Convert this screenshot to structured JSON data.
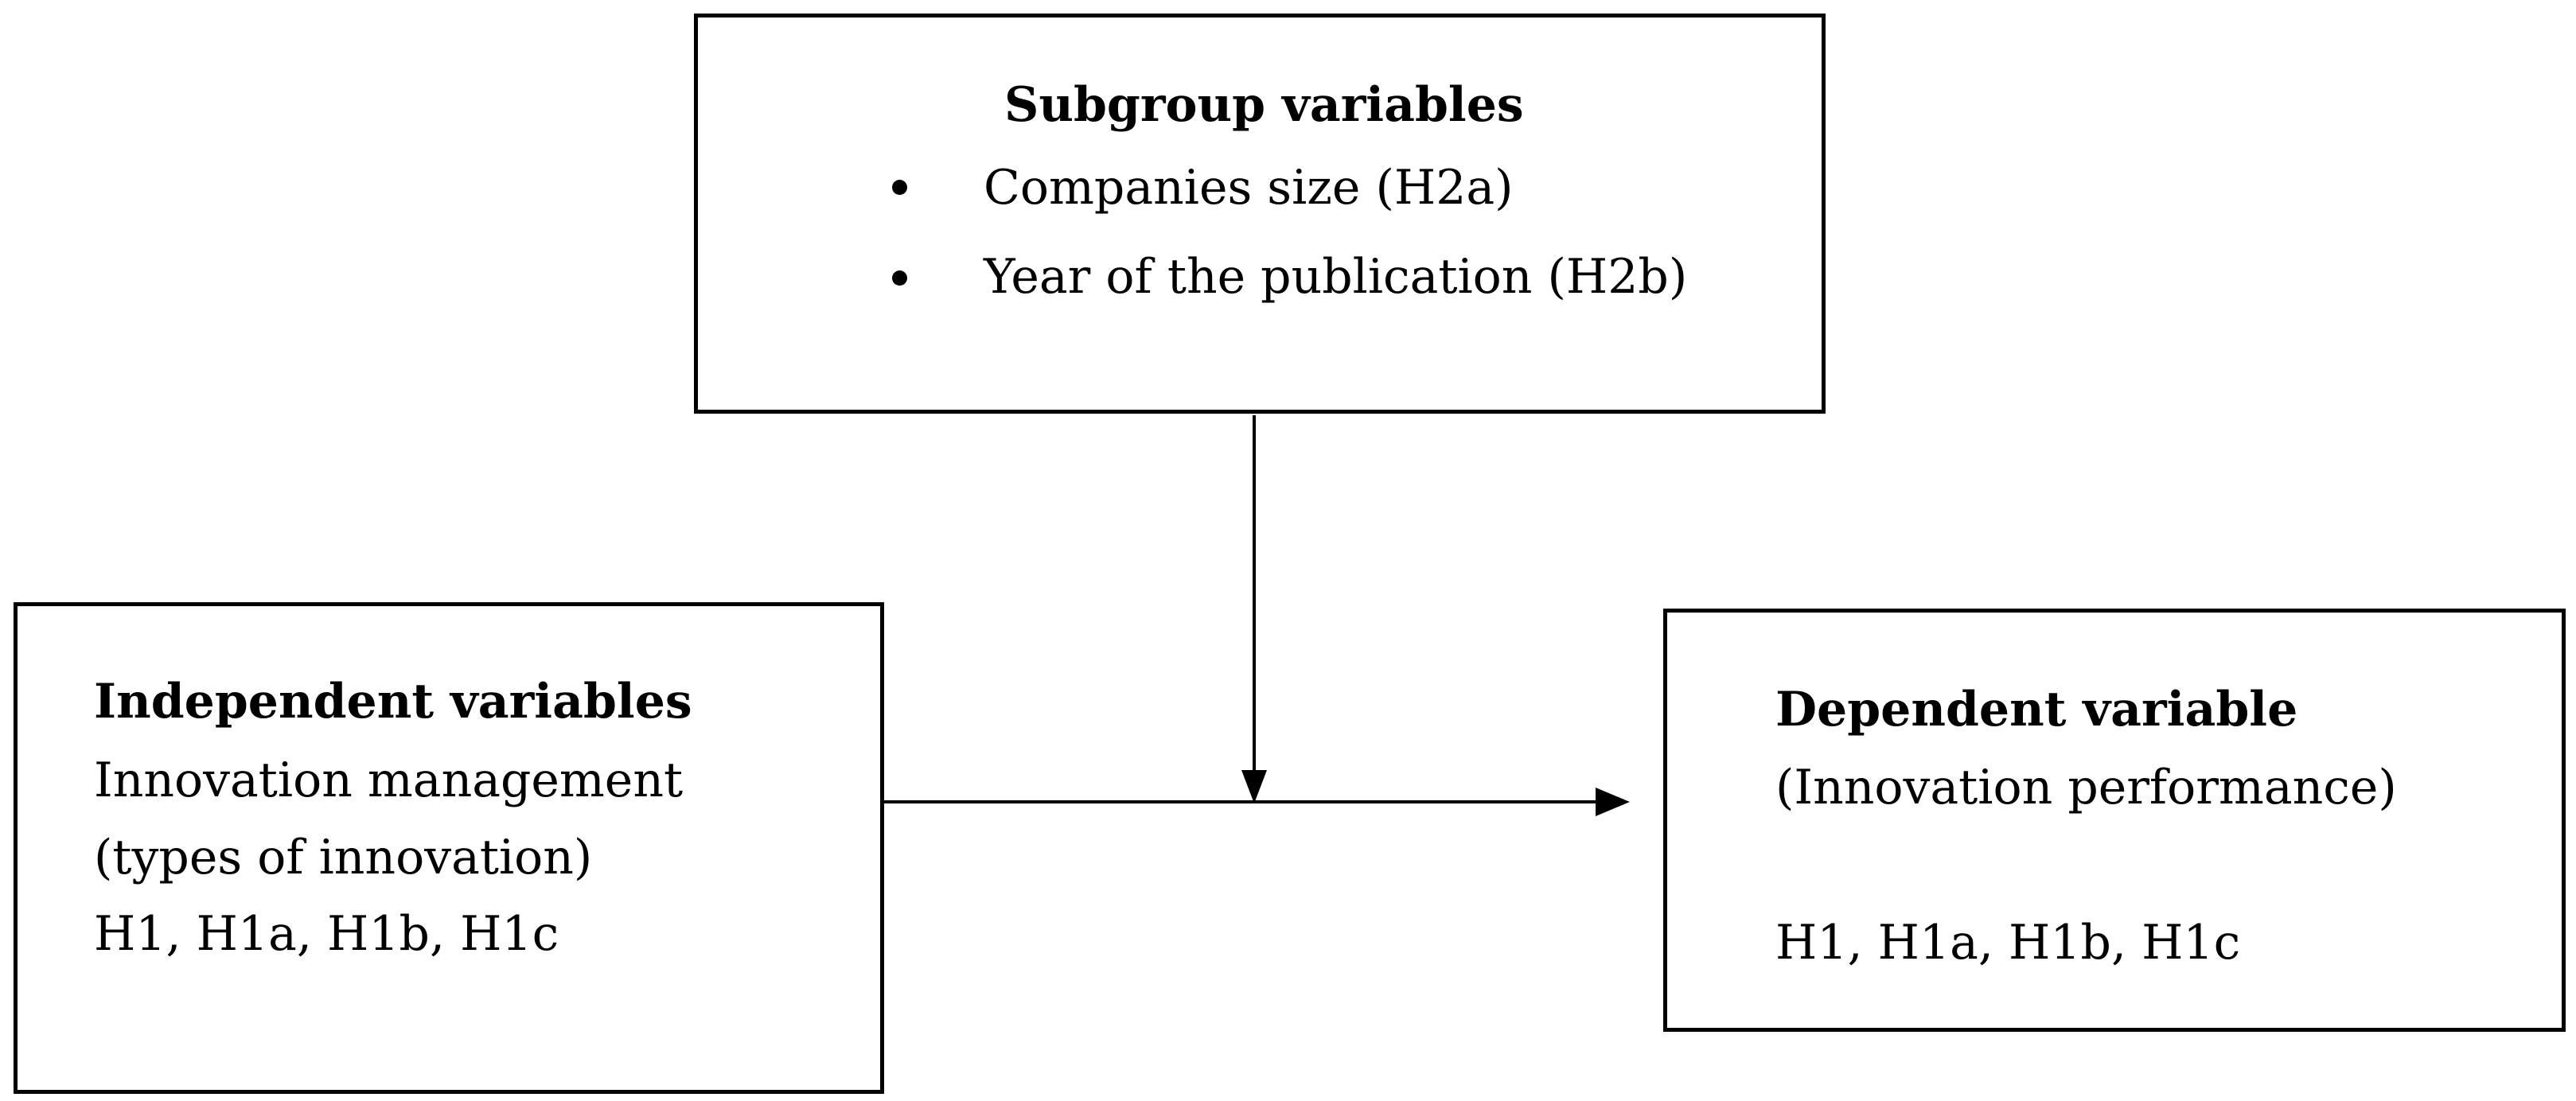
{
  "subgroup_box": {
    "title": "Subgroup variables",
    "items": [
      {
        "label": "Companies size (H2a)"
      },
      {
        "label": "Year of the publication (H2b)"
      }
    ]
  },
  "independent_box": {
    "title": "Independent variables",
    "lines": [
      "Innovation management",
      "(types of innovation)",
      "H1, H1a, H1b, H1c"
    ]
  },
  "dependent_box": {
    "title": "Dependent variable",
    "subtitle": "(Innovation performance)",
    "hypotheses": "H1, H1a, H1b, H1c"
  }
}
